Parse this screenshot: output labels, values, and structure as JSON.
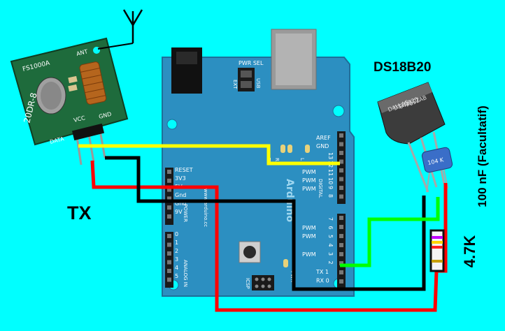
{
  "labels": {
    "tx": "TX",
    "sensor_name": "DS18B20",
    "capacitor_note": "100 nF (Facultatif)",
    "resistor_value": "4.7K"
  },
  "transmitter_module": {
    "model": "FS1000A",
    "part_code": "20DR-8",
    "antenna_pad": "ANT",
    "pins": [
      "DATA",
      "VCC",
      "GND"
    ]
  },
  "arduino": {
    "brand": "Arduino",
    "website": "www.arduino.cc",
    "power_select": [
      "PWR",
      "SEL"
    ],
    "power_source": [
      "USB",
      "EXT"
    ],
    "leds": [
      "TX",
      "RX",
      "L"
    ],
    "power_led": "PWR",
    "icsp": "ICSP",
    "right_header": [
      "AREF",
      "GND",
      "13",
      "12",
      "11",
      "10",
      "9",
      "8"
    ],
    "right_header_lower": [
      "7",
      "6",
      "5",
      "4",
      "3",
      "2",
      "TX 1",
      "RX 0"
    ],
    "pwm_marks": [
      "PWM",
      "PWM",
      "PWM",
      "PWM",
      "PWM",
      "PWM"
    ],
    "digital_label": "DIGITAL",
    "left_header_power": [
      "RESET",
      "3V3",
      "5V",
      "Gnd",
      "Gnd",
      "9V"
    ],
    "power_label": "POWER",
    "left_header_analog": [
      "0",
      "1",
      "2",
      "3",
      "4",
      "5"
    ],
    "analog_label": "ANALOG IN"
  },
  "sensor_body": [
    "DALLAS",
    "DS18B20",
    "0413C2",
    "+652AB"
  ],
  "capacitor_code": "104 K",
  "wires": {
    "data": "#ffff00",
    "vcc": "#ff0000",
    "gnd": "#000000",
    "signal": "#00ff00"
  }
}
